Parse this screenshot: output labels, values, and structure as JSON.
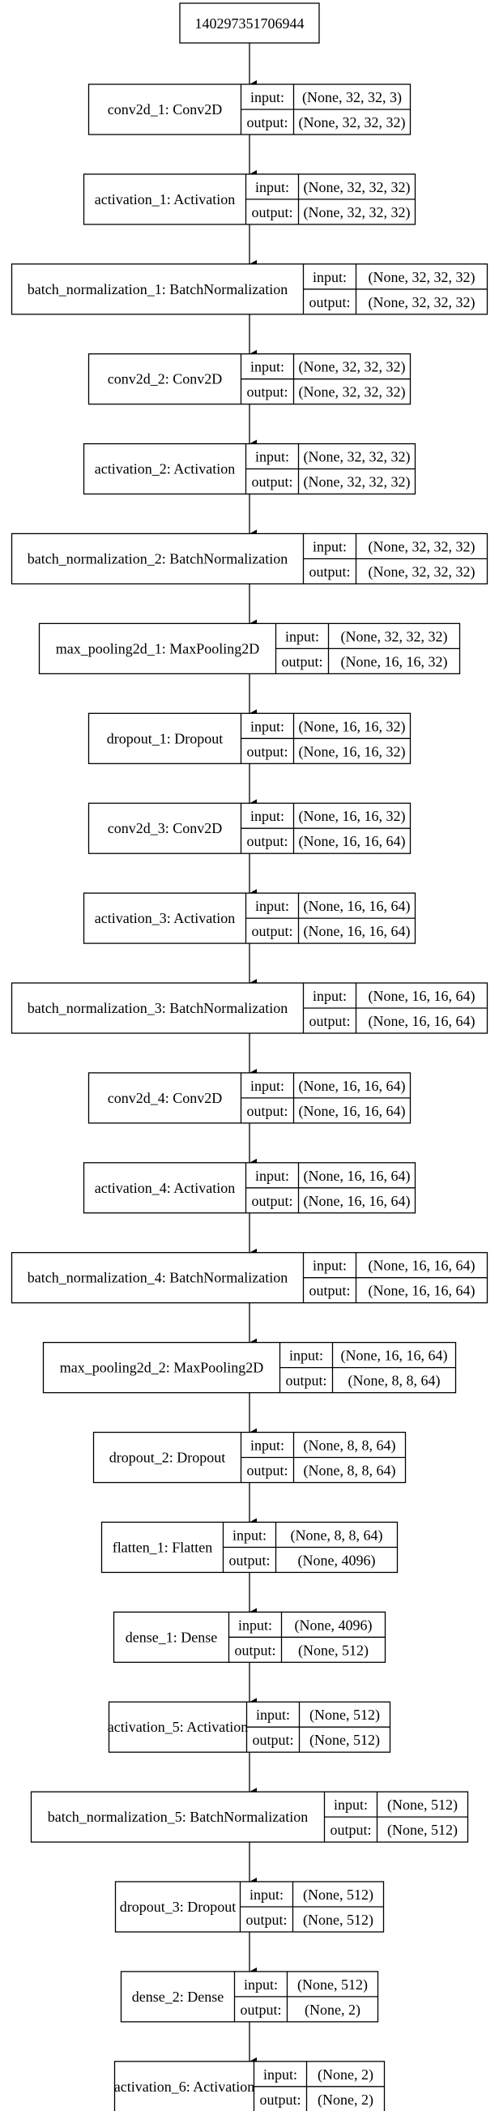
{
  "input_node": {
    "label": "140297351706944"
  },
  "port_labels": {
    "input": "input:",
    "output": "output:"
  },
  "layers": [
    {
      "name": "conv2d_1: Conv2D",
      "input": "(None, 32, 32, 3)",
      "output": "(None, 32, 32, 32)"
    },
    {
      "name": "activation_1: Activation",
      "input": "(None, 32, 32, 32)",
      "output": "(None, 32, 32, 32)"
    },
    {
      "name": "batch_normalization_1: BatchNormalization",
      "input": "(None, 32, 32, 32)",
      "output": "(None, 32, 32, 32)"
    },
    {
      "name": "conv2d_2: Conv2D",
      "input": "(None, 32, 32, 32)",
      "output": "(None, 32, 32, 32)"
    },
    {
      "name": "activation_2: Activation",
      "input": "(None, 32, 32, 32)",
      "output": "(None, 32, 32, 32)"
    },
    {
      "name": "batch_normalization_2: BatchNormalization",
      "input": "(None, 32, 32, 32)",
      "output": "(None, 32, 32, 32)"
    },
    {
      "name": "max_pooling2d_1: MaxPooling2D",
      "input": "(None, 32, 32, 32)",
      "output": "(None, 16, 16, 32)"
    },
    {
      "name": "dropout_1: Dropout",
      "input": "(None, 16, 16, 32)",
      "output": "(None, 16, 16, 32)"
    },
    {
      "name": "conv2d_3: Conv2D",
      "input": "(None, 16, 16, 32)",
      "output": "(None, 16, 16, 64)"
    },
    {
      "name": "activation_3: Activation",
      "input": "(None, 16, 16, 64)",
      "output": "(None, 16, 16, 64)"
    },
    {
      "name": "batch_normalization_3: BatchNormalization",
      "input": "(None, 16, 16, 64)",
      "output": "(None, 16, 16, 64)"
    },
    {
      "name": "conv2d_4: Conv2D",
      "input": "(None, 16, 16, 64)",
      "output": "(None, 16, 16, 64)"
    },
    {
      "name": "activation_4: Activation",
      "input": "(None, 16, 16, 64)",
      "output": "(None, 16, 16, 64)"
    },
    {
      "name": "batch_normalization_4: BatchNormalization",
      "input": "(None, 16, 16, 64)",
      "output": "(None, 16, 16, 64)"
    },
    {
      "name": "max_pooling2d_2: MaxPooling2D",
      "input": "(None, 16, 16, 64)",
      "output": "(None, 8, 8, 64)"
    },
    {
      "name": "dropout_2: Dropout",
      "input": "(None, 8, 8, 64)",
      "output": "(None, 8, 8, 64)"
    },
    {
      "name": "flatten_1: Flatten",
      "input": "(None, 8, 8, 64)",
      "output": "(None, 4096)"
    },
    {
      "name": "dense_1: Dense",
      "input": "(None, 4096)",
      "output": "(None, 512)"
    },
    {
      "name": "activation_5: Activation",
      "input": "(None, 512)",
      "output": "(None, 512)"
    },
    {
      "name": "batch_normalization_5: BatchNormalization",
      "input": "(None, 512)",
      "output": "(None, 512)"
    },
    {
      "name": "dropout_3: Dropout",
      "input": "(None, 512)",
      "output": "(None, 512)"
    },
    {
      "name": "dense_2: Dense",
      "input": "(None, 512)",
      "output": "(None, 2)"
    },
    {
      "name": "activation_6: Activation",
      "input": "(None, 2)",
      "output": "(None, 2)"
    }
  ]
}
